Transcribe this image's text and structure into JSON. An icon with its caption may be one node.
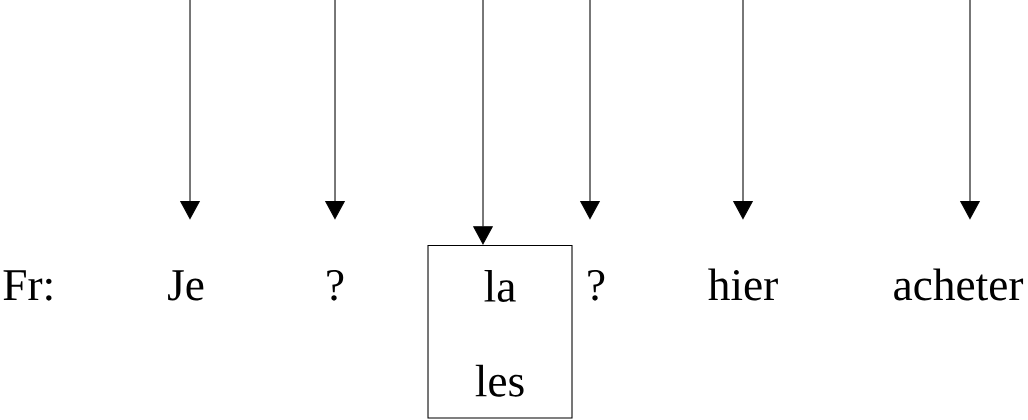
{
  "diagram": {
    "nodes": [
      {
        "text": [
          "Je"
        ]
      },
      {
        "text": [
          "?"
        ]
      },
      {
        "text": [
          "la",
          "les"
        ]
      },
      {
        "text": [
          "?"
        ]
      },
      {
        "text": [
          "hier"
        ]
      },
      {
        "text": [
          "acheter"
        ]
      }
    ],
    "edges": [
      {
        "from": null,
        "to": 0,
        "arrow": "to"
      },
      {
        "from": null,
        "to": 1,
        "arrow": "to"
      },
      {
        "from": null,
        "to": 2,
        "arrow": "to"
      },
      {
        "from": null,
        "to": 3,
        "arrow": "to"
      },
      {
        "from": null,
        "to": 4,
        "arrow": "to"
      },
      {
        "from": null,
        "to": 5,
        "arrow": "to"
      }
    ],
    "labels": [
      "Fr:"
    ]
  }
}
